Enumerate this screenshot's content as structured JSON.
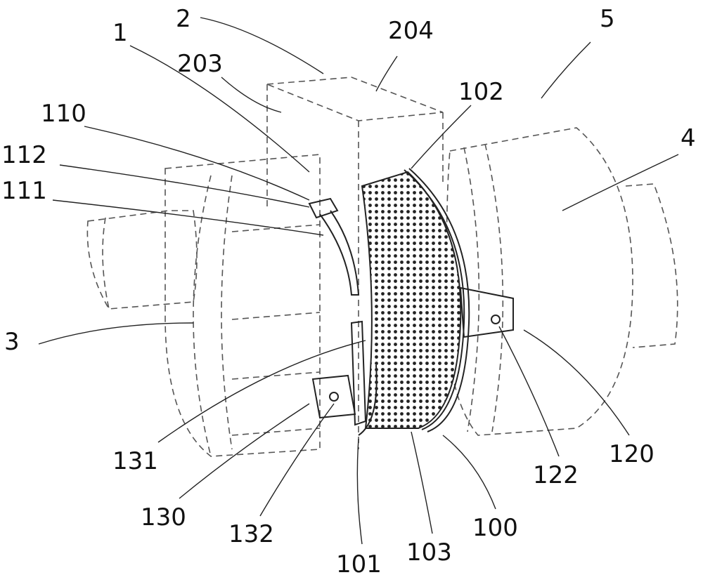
{
  "figure": {
    "labels": [
      "1",
      "2",
      "203",
      "204",
      "5",
      "102",
      "110",
      "112",
      "111",
      "4",
      "3",
      "131",
      "130",
      "132",
      "101",
      "103",
      "100",
      "122",
      "120"
    ]
  }
}
